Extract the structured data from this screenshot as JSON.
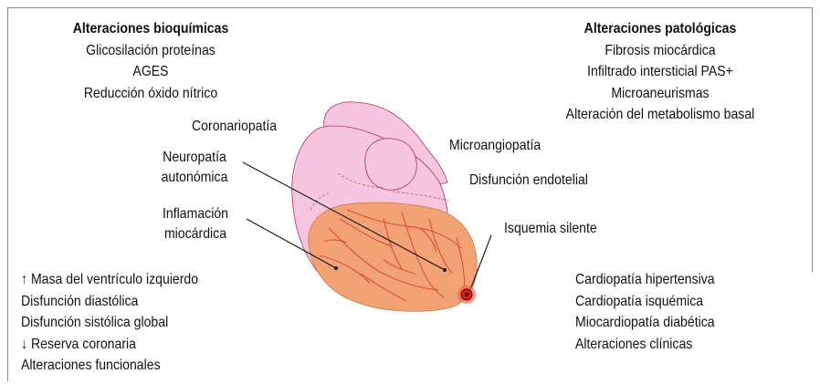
{
  "biochemical": {
    "title": "Alteraciones bioquímicas",
    "items": [
      "Glicosilación proteínas",
      "AGES",
      "Reducción óxido nítrico"
    ]
  },
  "pathological": {
    "title": "Alteraciones patológicas",
    "items": [
      "Fibrosis miocárdica",
      "Infiltrado intersticial PAS+",
      "Microaneurismas",
      "Alteración del metabolismo basal"
    ]
  },
  "heart_labels": {
    "coronariopatia": "Coronariopatía",
    "neuropatia_1": "Neuropatía",
    "neuropatia_2": "autonómica",
    "inflamacion_1": "Inflamación",
    "inflamacion_2": "miocárdica",
    "microangiopatia": "Microangiopatía",
    "disfuncion_endotelial": "Disfunción endotelial",
    "isquemia_silente": "Isquemia silente"
  },
  "functional": {
    "items": [
      "↑ Masa del ventrículo izquierdo",
      "Disfunción diastólica",
      "Disfunción sistólica global",
      "↓ Reserva coronaria",
      "Alteraciones funcionales"
    ]
  },
  "clinical": {
    "items": [
      "Cardiopatía hipertensiva",
      "Cardiopatía isquémica",
      "Miocardiopatía diabética",
      "Alteraciones clínicas"
    ]
  },
  "colors": {
    "heart_pink": "#f6c6e0",
    "heart_outline": "#b0305a",
    "ventricle_orange": "#f2a273",
    "vessel_red": "#d83a3a",
    "ischemia_dot": "#d41e1e"
  }
}
